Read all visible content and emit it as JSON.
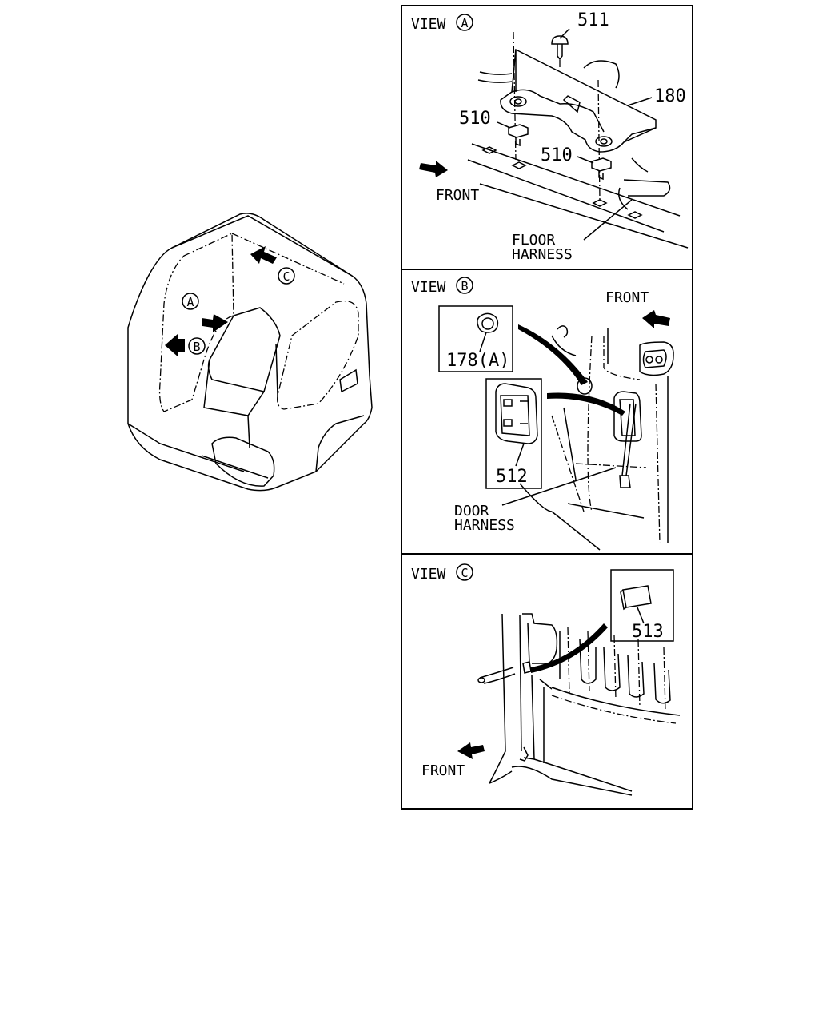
{
  "cab": {
    "callouts": {
      "a": "A",
      "b": "B",
      "c": "C"
    }
  },
  "view_a": {
    "title": "VIEW",
    "letter": "A",
    "parts": {
      "p511": "511",
      "p180": "180",
      "p510_left": "510",
      "p510_right": "510"
    },
    "front": "FRONT",
    "floor_harness": [
      "FLOOR",
      "HARNESS"
    ]
  },
  "view_b": {
    "title": "VIEW",
    "letter": "B",
    "front": "FRONT",
    "parts": {
      "p178": "178(A)",
      "p512": "512"
    },
    "door_harness": [
      "DOOR",
      "HARNESS"
    ]
  },
  "view_c": {
    "title": "VIEW",
    "letter": "C",
    "parts": {
      "p513": "513"
    },
    "front": "FRONT"
  },
  "colors": {
    "line": "#000000",
    "background": "#ffffff"
  }
}
